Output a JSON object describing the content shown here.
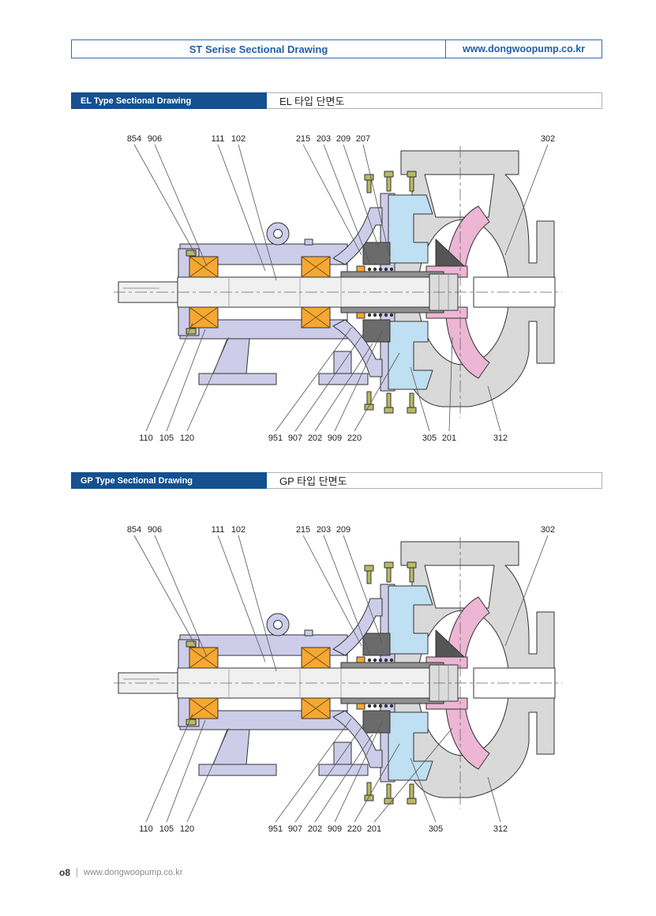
{
  "header": {
    "title": "ST Serise Sectional Drawing",
    "website": "www.dongwoopump.co.kr"
  },
  "sections": {
    "el": {
      "badge": "EL Type Sectional Drawing",
      "title": "EL 타입 단면도",
      "top_callouts": [
        "854",
        "906",
        "111",
        "102",
        "215",
        "203",
        "209",
        "207",
        "302"
      ],
      "bottom_callouts": [
        "110",
        "105",
        "120",
        "951",
        "907",
        "202",
        "909",
        "220",
        "305",
        "201",
        "312"
      ]
    },
    "gp": {
      "badge": "GP Type Sectional Drawing",
      "title": "GP 타입 단면도",
      "top_callouts": [
        "854",
        "906",
        "111",
        "102",
        "215",
        "203",
        "209",
        "302"
      ],
      "bottom_callouts": [
        "110",
        "105",
        "120",
        "951",
        "907",
        "202",
        "909",
        "220",
        "201",
        "305",
        "312"
      ]
    }
  },
  "footer": {
    "page_number": "o8",
    "website": "www.dongwoopump.co.kr"
  },
  "colors": {
    "accent_blue": "#1f5fa8",
    "badge_blue": "#15508f",
    "casing_gray": "#d9d9d9",
    "housing_lavender": "#cdcdea",
    "impeller_pink": "#ecb6d4",
    "cover_blue": "#bfe0f2",
    "bearing_orange": "#f5a832",
    "gland_gray": "#6b6b6b",
    "bolt_olive": "#b9b966"
  }
}
